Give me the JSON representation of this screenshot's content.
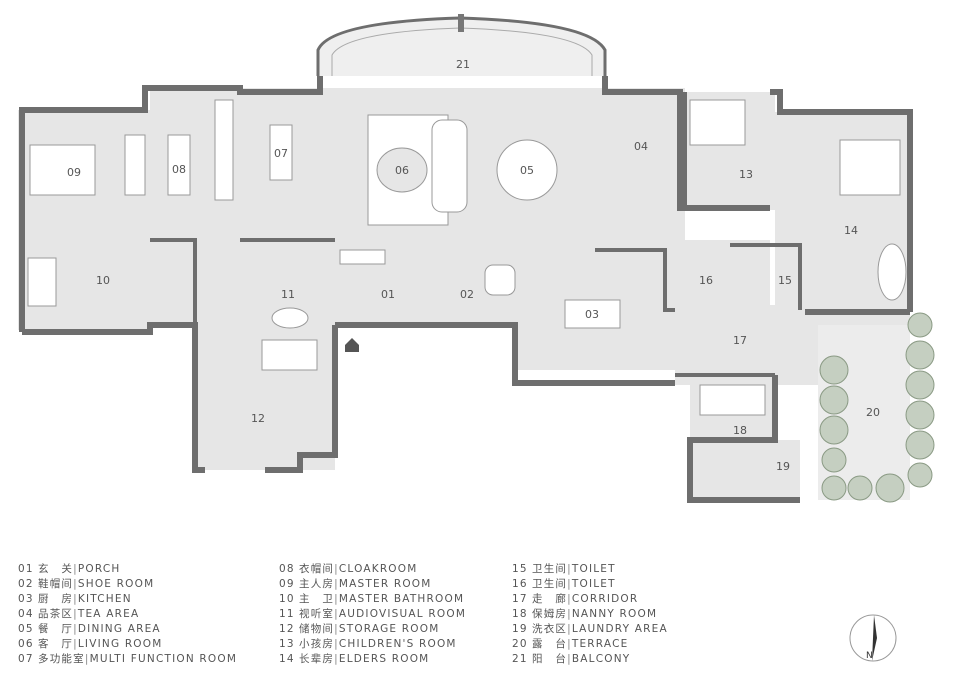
{
  "rooms": [
    {
      "num": "01",
      "cn": "玄　关",
      "en": "PORCH"
    },
    {
      "num": "02",
      "cn": "鞋帽间",
      "en": "SHOE ROOM"
    },
    {
      "num": "03",
      "cn": "厨　房",
      "en": "KITCHEN"
    },
    {
      "num": "04",
      "cn": "品茶区",
      "en": "TEA AREA"
    },
    {
      "num": "05",
      "cn": "餐　厅",
      "en": "DINING AREA"
    },
    {
      "num": "06",
      "cn": "客　厅",
      "en": "LIVING ROOM"
    },
    {
      "num": "07",
      "cn": "多功能室",
      "en": "MULTI FUNCTION ROOM"
    },
    {
      "num": "08",
      "cn": "衣帽间",
      "en": "CLOAKROOM"
    },
    {
      "num": "09",
      "cn": "主人房",
      "en": "MASTER ROOM"
    },
    {
      "num": "10",
      "cn": "主　卫",
      "en": "MASTER BATHROOM"
    },
    {
      "num": "11",
      "cn": "视听室",
      "en": "AUDIOVISUAL ROOM"
    },
    {
      "num": "12",
      "cn": "储物间",
      "en": "STORAGE ROOM"
    },
    {
      "num": "13",
      "cn": "小孩房",
      "en": "CHILDREN'S ROOM"
    },
    {
      "num": "14",
      "cn": "长辈房",
      "en": "ELDERS ROOM"
    },
    {
      "num": "15",
      "cn": "卫生间",
      "en": "TOILET"
    },
    {
      "num": "16",
      "cn": "卫生间",
      "en": "TOILET"
    },
    {
      "num": "17",
      "cn": "走　廊",
      "en": "CORRIDOR"
    },
    {
      "num": "18",
      "cn": "保姆房",
      "en": "NANNY ROOM"
    },
    {
      "num": "19",
      "cn": "洗衣区",
      "en": "LAUNDRY AREA"
    },
    {
      "num": "20",
      "cn": "露　台",
      "en": "TERRACE"
    },
    {
      "num": "21",
      "cn": "阳　台",
      "en": "BALCONY"
    }
  ],
  "compass": {
    "label": "N"
  },
  "colors": {
    "wall": "#6e6e6e",
    "floor": "#e6e6e6",
    "furniture": "#ffffff",
    "tree": "#a9b8a2"
  }
}
